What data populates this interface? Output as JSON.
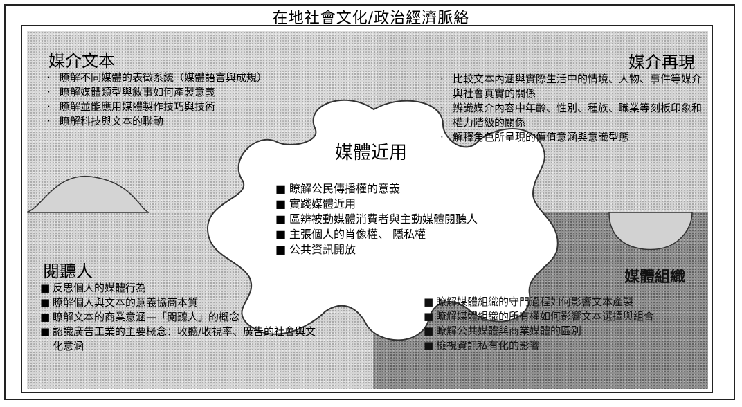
{
  "title": "在地社會文化/政治經濟脈絡",
  "center": {
    "heading": "媒體近用",
    "items": [
      "瞭解公民傳播權的意義",
      "實踐媒體近用",
      "區辨被動媒體消費者與主動媒體閱聽人",
      "主張個人的肖像權、 隱私權",
      "公共資訊開放"
    ]
  },
  "top_left": {
    "heading": "媒介文本",
    "items": [
      "瞭解不同媒體的表徵系統（媒體語言與成規）",
      "瞭解媒體類型與敘事如何產製意義",
      "瞭解並能應用媒體製作技巧與技術",
      "瞭解科技與文本的聯動"
    ]
  },
  "top_right": {
    "heading": "媒介再現",
    "items": [
      "比較文本內涵與實際生活中的情境、人物、事件等媒介與社會真實的關係",
      "辨識媒介內容中年齡、性別、種族、職業等刻板印象和權力階級的關係",
      "解釋角色所呈現的價值意涵與意識型態"
    ]
  },
  "bottom_left": {
    "heading": "閱聽人",
    "items": [
      "反思個人的媒體行為",
      "瞭解個人與文本的意義協商本質",
      "瞭解文本的商業意涵—「閱聽人」的概念",
      "認識廣告工業的主要概念：收聽/收視率、廣告的社會與文化意涵"
    ]
  },
  "bottom_right": {
    "heading": "媒體組織",
    "items": [
      "瞭解媒體組織的守門過程如何影響文本產製",
      "瞭解媒體組織的所有權如何影響文本選擇與組合",
      "瞭解公共媒體與商業媒體的區別",
      "檢視資訊私有化的影響"
    ]
  }
}
